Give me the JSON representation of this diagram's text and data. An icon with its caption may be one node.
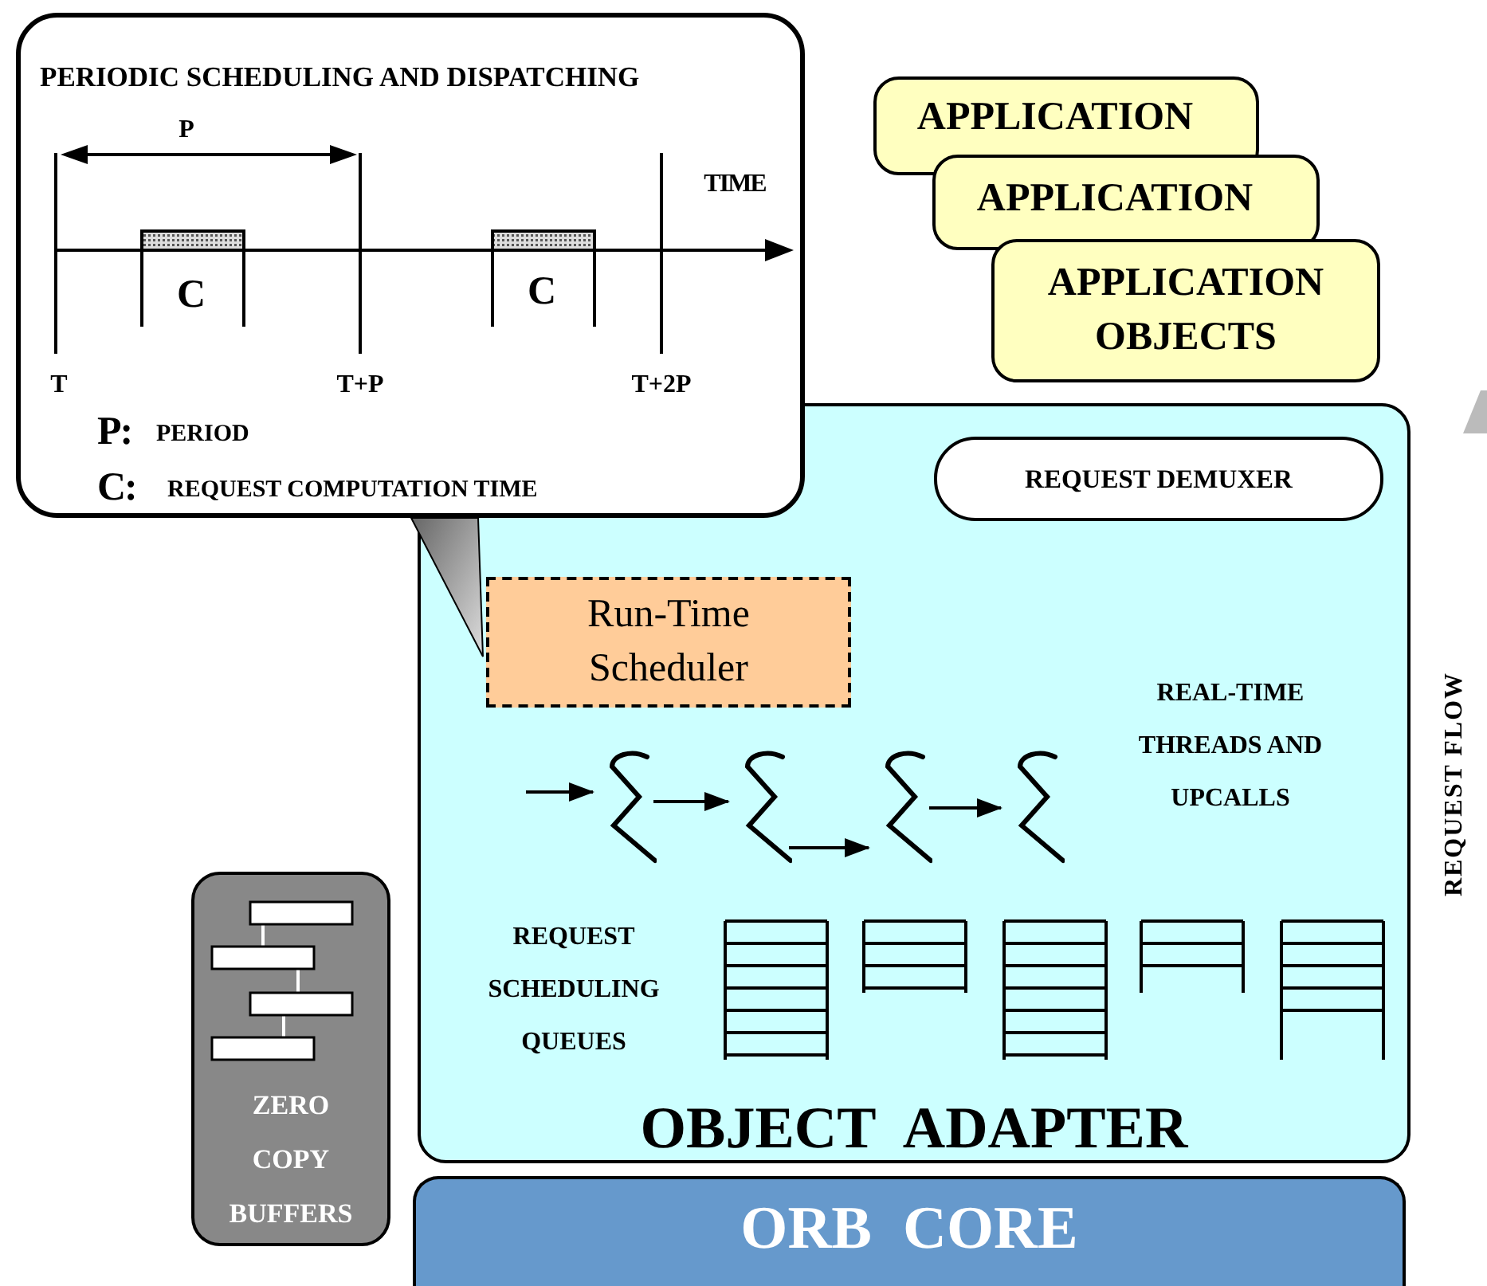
{
  "diagram": {
    "nodes": [
      {
        "text": [
          "PERIODIC SCHEDULING AND DISPATCHING"
        ]
      },
      {
        "text": [
          "APPLICATION"
        ]
      },
      {
        "text": [
          "APPLICATION"
        ]
      },
      {
        "text": [
          "APPLICATION OBJECTS"
        ]
      },
      {
        "text": [
          "OBJECT ADAPTER"
        ]
      },
      {
        "text": [
          "REQUEST DEMUXER"
        ],
        "in": 4
      },
      {
        "text": [
          "Run-Time Scheduler"
        ],
        "in": 4
      },
      {
        "text": [],
        "shape": "curve",
        "in": 4
      },
      {
        "text": [],
        "shape": "curve",
        "in": 4
      },
      {
        "text": [],
        "shape": "curve",
        "in": 4
      },
      {
        "text": [],
        "shape": "curve",
        "in": 4
      },
      {
        "text": [
          "ZERO COPY BUFFERS"
        ]
      },
      {
        "text": [
          "ORB CORE"
        ]
      }
    ],
    "edges": [
      {
        "from": 0,
        "to": 6,
        "arrow": "none"
      },
      {
        "from": null,
        "to": 7,
        "arrow": "to"
      },
      {
        "from": 7,
        "to": 8,
        "arrow": "to"
      },
      {
        "from": 8,
        "to": 9,
        "arrow": "to"
      },
      {
        "from": 9,
        "to": 10,
        "arrow": "to"
      }
    ],
    "labels": [
      "P",
      "TIME",
      "C",
      "C",
      "T",
      "T+P",
      "T+2P",
      "P:",
      "PERIOD",
      "C:",
      "REQUEST COMPUTATION TIME",
      "REAL-TIME THREADS AND UPCALLS",
      "REQUEST SCHEDULING QUEUES",
      "REQUEST FLOW"
    ]
  }
}
